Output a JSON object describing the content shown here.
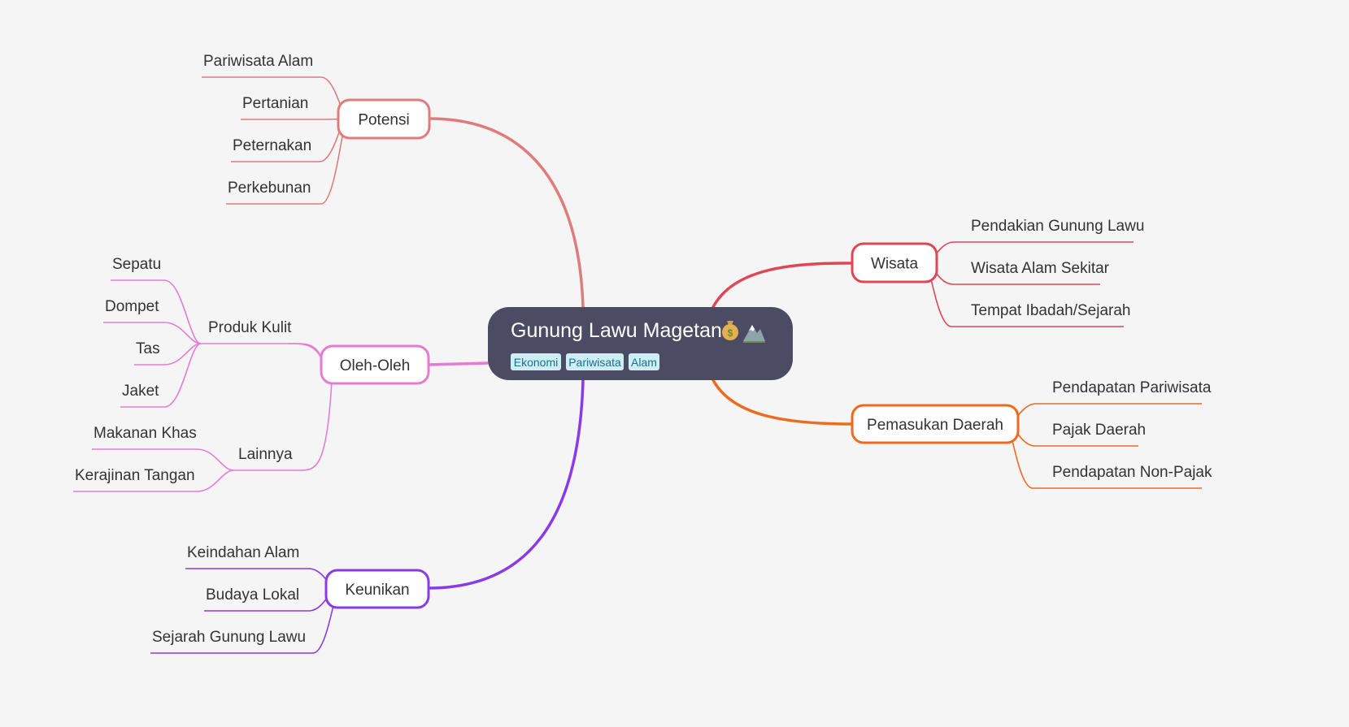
{
  "colors": {
    "background": "#f5f5f5",
    "root_fill": "#4b4b63",
    "root_text": "#ffffff",
    "tag_fill": "#cdeef5",
    "tag_text": "#1d6f86",
    "node_fill": "#ffffff",
    "text": "#333333"
  },
  "root": {
    "title": "Gunung Lawu Magetan",
    "icons": [
      "money-bag-icon",
      "mountain-icon"
    ],
    "tags": [
      "Ekonomi",
      "Pariwisata",
      "Alam"
    ]
  },
  "branches": [
    {
      "label": "Potensi",
      "color": "#e07b7b",
      "children": [
        {
          "label": "Pariwisata Alam"
        },
        {
          "label": "Pertanian"
        },
        {
          "label": "Peternakan"
        },
        {
          "label": "Perkebunan"
        }
      ]
    },
    {
      "label": "Oleh-Oleh",
      "color": "#e77bd4",
      "children": [
        {
          "label": "Produk Kulit",
          "children": [
            "Sepatu",
            "Dompet",
            "Tas",
            "Jaket"
          ]
        },
        {
          "label": "Lainnya",
          "children": [
            "Makanan Khas",
            "Kerajinan Tangan"
          ]
        }
      ]
    },
    {
      "label": "Keunikan",
      "color": "#8b3be6",
      "children": [
        {
          "label": "Keindahan Alam"
        },
        {
          "label": "Budaya Lokal"
        },
        {
          "label": "Sejarah Gunung Lawu"
        }
      ]
    },
    {
      "label": "Wisata",
      "color": "#e04656",
      "children": [
        {
          "label": "Pendakian Gunung Lawu"
        },
        {
          "label": "Wisata Alam Sekitar"
        },
        {
          "label": "Tempat Ibadah/Sejarah"
        }
      ]
    },
    {
      "label": "Pemasukan Daerah",
      "color": "#f06a1e",
      "children": [
        {
          "label": "Pendapatan Pariwisata"
        },
        {
          "label": "Pajak Daerah"
        },
        {
          "label": "Pendapatan Non-Pajak"
        }
      ]
    }
  ]
}
